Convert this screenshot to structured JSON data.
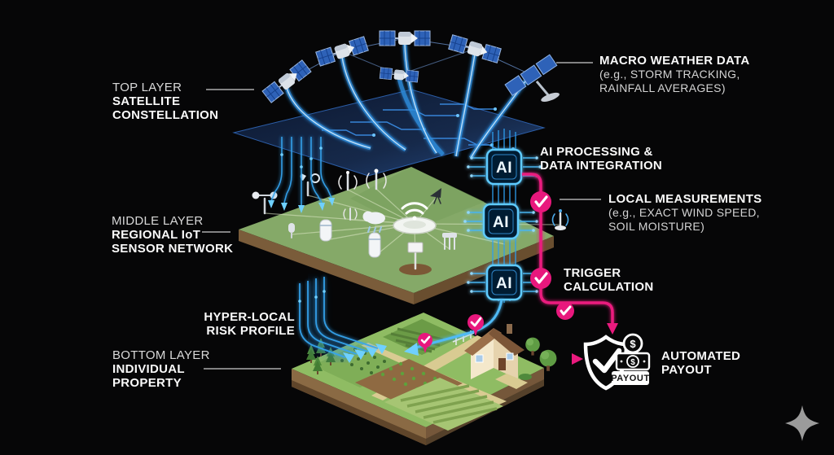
{
  "labels": {
    "top_layer": [
      "TOP LAYER",
      "SATELLITE",
      "CONSTELLATION"
    ],
    "macro_weather": [
      "MACRO WEATHER DATA",
      "(e.g., STORM TRACKING,",
      "RAINFALL AVERAGES)"
    ],
    "ai_processing": [
      "AI PROCESSING &",
      "DATA INTEGRATION"
    ],
    "local_measurements": [
      "LOCAL MEASUREMENTS",
      "(e.g., EXACT WIND SPEED,",
      "SOIL MOISTURE)"
    ],
    "middle_layer": [
      "MIDDLE LAYER",
      "REGIONAL IoT",
      "SENSOR NETWORK"
    ],
    "trigger_calculation": [
      "TRIGGER",
      "CALCULATION"
    ],
    "hyper_local": [
      "HYPER-LOCAL",
      "RISK PROFILE"
    ],
    "bottom_layer": [
      "BOTTOM LAYER",
      "INDIVIDUAL",
      "PROPERTY"
    ],
    "automated_payout": [
      "AUTOMATED",
      "PAYOUT"
    ]
  },
  "icons": {
    "ai_chip_label": "AI",
    "payout_badge_label": "PAYOUT",
    "currency_symbol": "$"
  },
  "colors": {
    "background": "#060607",
    "data_blue": "#3fb0ff",
    "alert_pink": "#ea1a7e",
    "platform_green": "#7fa75c",
    "satellite_plane_blue": "#16294a",
    "text_white": "#f1f1f1"
  }
}
